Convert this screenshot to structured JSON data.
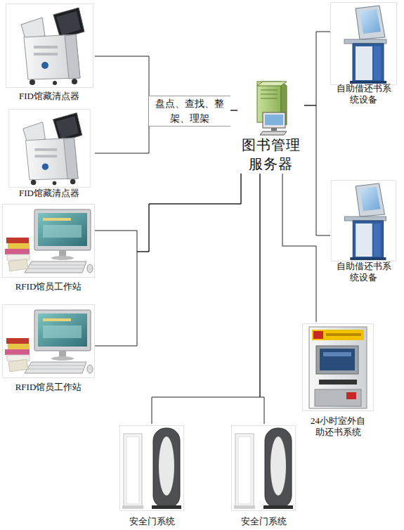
{
  "diagram": {
    "nodes": [
      {
        "text": [
          "FID馆藏清点器"
        ]
      },
      {
        "text": [
          "FID馆藏清点器"
        ]
      },
      {
        "text": [
          "图书管理服务器"
        ]
      },
      {
        "text": [
          "自助借还书系统设备"
        ]
      },
      {
        "text": [
          "自助借还书系统设备"
        ]
      },
      {
        "text": [
          "RFID馆员工作站"
        ]
      },
      {
        "text": [
          "RFID馆员工作站"
        ]
      },
      {
        "text": [
          "24小时室外自助还书系统"
        ]
      },
      {
        "text": [
          "安全门系统"
        ]
      },
      {
        "text": [
          "安全门系统"
        ]
      }
    ],
    "edges": [
      {
        "from": 0,
        "to": 2,
        "arrow": "none",
        "label": "盘点、查找、整架、理架"
      },
      {
        "from": 1,
        "to": 2,
        "arrow": "none"
      },
      {
        "from": 2,
        "to": 3,
        "arrow": "none"
      },
      {
        "from": 2,
        "to": 4,
        "arrow": "none"
      },
      {
        "from": 5,
        "to": 2,
        "arrow": "none"
      },
      {
        "from": 6,
        "to": 2,
        "arrow": "none"
      },
      {
        "from": 2,
        "to": 7,
        "arrow": "none"
      },
      {
        "from": 2,
        "to": 8,
        "arrow": "none"
      },
      {
        "from": 2,
        "to": 9,
        "arrow": "none"
      }
    ]
  }
}
